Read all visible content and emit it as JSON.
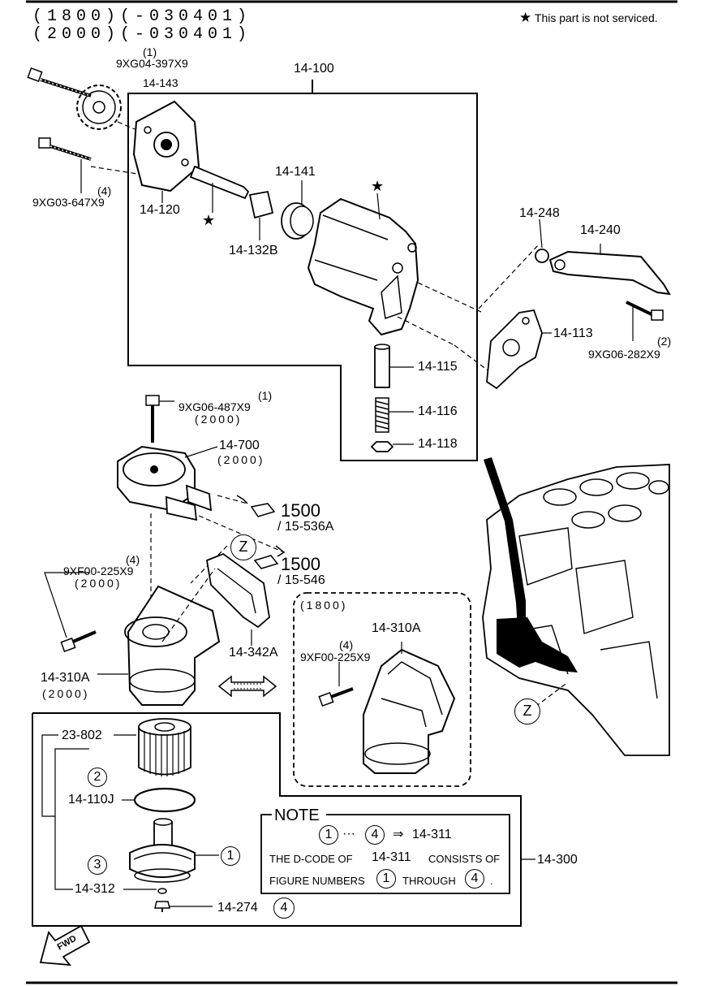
{
  "header": {
    "line1": "(1800)(-030401)",
    "line2": "(2000)(-030401)",
    "notice": "This part is not serviced."
  },
  "bolts": [
    {
      "qty": "(1)",
      "code": "9XG04-397X9"
    },
    {
      "qty": "(4)",
      "code": "9XG03-647X9"
    },
    {
      "qty": "(2)",
      "code": "9XG06-282X9"
    },
    {
      "qty": "(1)",
      "code": "9XG06-487X9",
      "variant": "(2000)"
    },
    {
      "qty": "(4)",
      "code": "9XF00-225X9",
      "variant": "(2000)"
    },
    {
      "qty": "(4)",
      "code": "9XF00-225X9"
    }
  ],
  "parts": {
    "p14_143": "14-143",
    "p14_100": "14-100",
    "p14_120": "14-120",
    "p14_141": "14-141",
    "p14_132b": "14-132B",
    "p14_248": "14-248",
    "p14_240": "14-240",
    "p14_113": "14-113",
    "p14_115": "14-115",
    "p14_116": "14-116",
    "p14_118": "14-118",
    "p14_700": "14-700",
    "p14_700_variant": "(2000)",
    "p14_342a": "14-342A",
    "p14_310a": "14-310A",
    "p14_310a_variant": "(2000)",
    "p14_310a_alt": "14-310A",
    "alt_variant": "(1800)",
    "p23_802": "23-802",
    "p14_110j": "14-110J",
    "p14_312": "14-312",
    "p14_274": "14-274",
    "p14_300": "14-300"
  },
  "refs": [
    {
      "num": "1500",
      "sub": "/ 15-536A"
    },
    {
      "num": "1500",
      "sub": "/ 15-546"
    }
  ],
  "view_marker": "Z",
  "circled": [
    "1",
    "2",
    "3",
    "4"
  ],
  "note": {
    "title": "NOTE",
    "range_from": "1",
    "dots": "···",
    "range_to": "4",
    "arrow": "⇒",
    "target": "14-311",
    "line2a": "THE D-CODE OF",
    "line2b": "14-311",
    "line2c": "CONSISTS OF",
    "line3a": "FIGURE NUMBERS",
    "line3b": "1",
    "line3c": "THROUGH",
    "line3d": "4",
    "line3e": "."
  },
  "fwd": "FWD",
  "icons": {
    "star": "star-icon",
    "double_arrow": "double-arrow-icon",
    "fwd_arrow": "fwd-arrow-icon"
  }
}
